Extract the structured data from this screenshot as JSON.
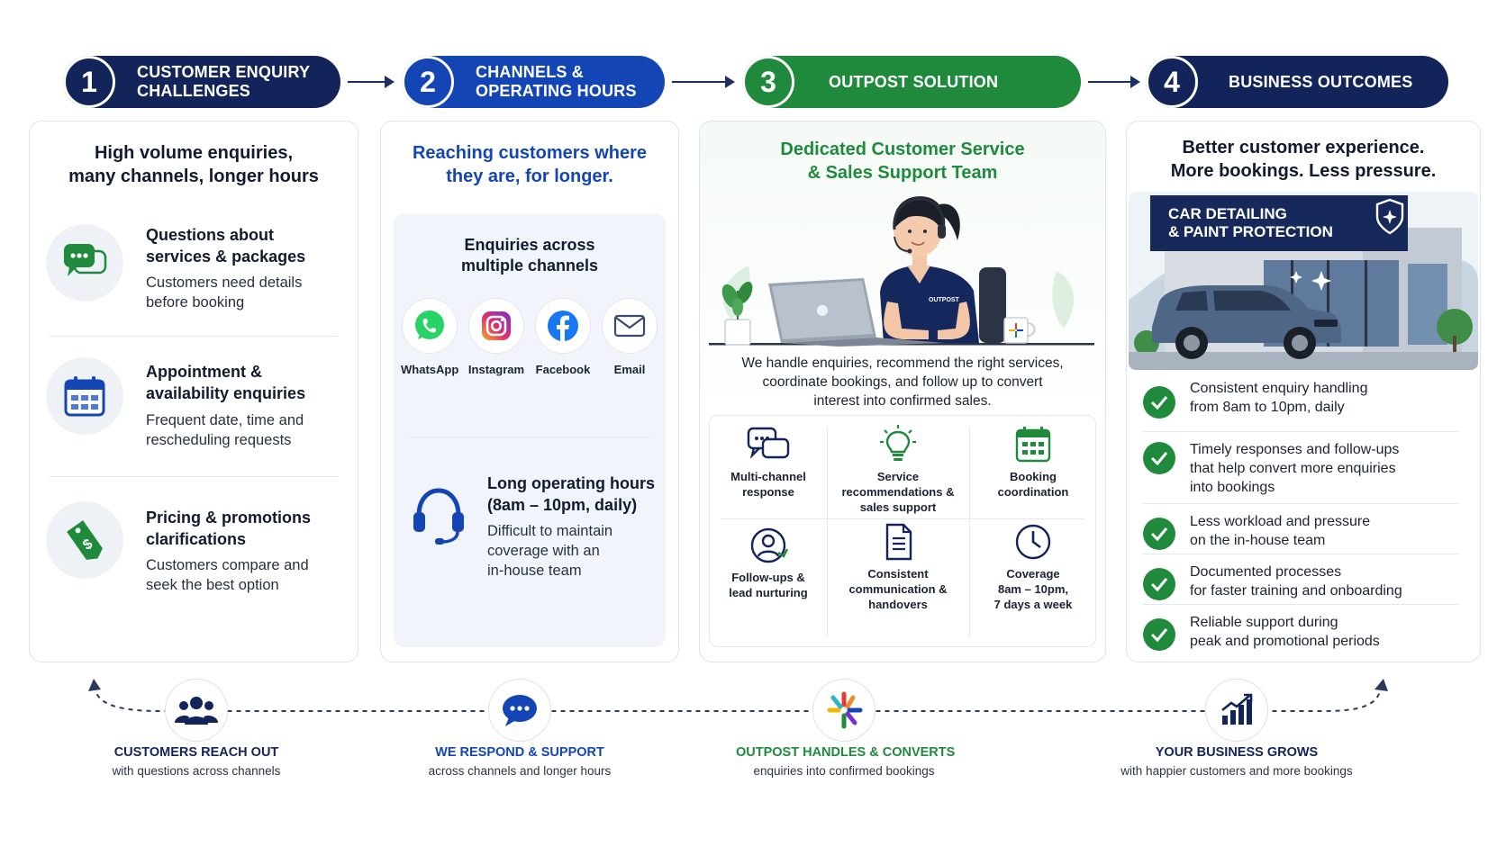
{
  "steps": [
    {
      "num": "1",
      "title_line1": "CUSTOMER ENQUIRY",
      "title_line2": "CHALLENGES"
    },
    {
      "num": "2",
      "title_line1": "CHANNELS &",
      "title_line2": "OPERATING HOURS"
    },
    {
      "num": "3",
      "title_line1": "OUTPOST SOLUTION",
      "title_line2": ""
    },
    {
      "num": "4",
      "title_line1": "BUSINESS OUTCOMES",
      "title_line2": ""
    }
  ],
  "colors": {
    "navy": "#12245a",
    "blue": "#1346b4",
    "green": "#1f8a3c"
  },
  "challenges": {
    "title_line1": "High volume enquiries,",
    "title_line2": "many channels, longer hours",
    "items": [
      {
        "icon": "chat-bubbles-icon",
        "heading_line1": "Questions about",
        "heading_line2": "services & packages",
        "desc_line1": "Customers need details",
        "desc_line2": "before booking"
      },
      {
        "icon": "calendar-icon",
        "heading_line1": "Appointment &",
        "heading_line2": "availability enquiries",
        "desc_line1": "Frequent date, time and",
        "desc_line2": "rescheduling requests"
      },
      {
        "icon": "price-tag-icon",
        "heading_line1": "Pricing & promotions",
        "heading_line2": "clarifications",
        "desc_line1": "Customers compare and",
        "desc_line2": "seek the best option"
      }
    ]
  },
  "channels": {
    "title_line1": "Reaching customers where",
    "title_line2": "they are, for longer.",
    "box_title_line1": "Enquiries across",
    "box_title_line2": "multiple channels",
    "list": [
      {
        "label": "WhatsApp",
        "icon": "whatsapp-icon"
      },
      {
        "label": "Instagram",
        "icon": "instagram-icon"
      },
      {
        "label": "Facebook",
        "icon": "facebook-icon"
      },
      {
        "label": "Email",
        "icon": "email-icon"
      }
    ],
    "hours_heading_line1": "Long operating hours",
    "hours_heading_line2": "(8am – 10pm, daily)",
    "hours_desc_line1": "Difficult to maintain",
    "hours_desc_line2": "coverage with an",
    "hours_desc_line3": "in-house team"
  },
  "solution": {
    "title_line1": "Dedicated Customer Service",
    "title_line2": "& Sales Support Team",
    "shirt_text": "OUTPOST",
    "desc_line1": "We handle enquiries, recommend the right services,",
    "desc_line2": "coordinate bookings, and follow up to convert",
    "desc_line3": "interest into confirmed sales.",
    "services": [
      {
        "icon": "multi-channel-chat-icon",
        "line1": "Multi-channel",
        "line2": "response",
        "line3": ""
      },
      {
        "icon": "lightbulb-icon",
        "line1": "Service",
        "line2": "recommendations &",
        "line3": "sales support"
      },
      {
        "icon": "booking-calendar-icon",
        "line1": "Booking",
        "line2": "coordination",
        "line3": ""
      },
      {
        "icon": "user-followup-icon",
        "line1": "Follow-ups &",
        "line2": "lead nurturing",
        "line3": ""
      },
      {
        "icon": "document-icon",
        "line1": "Consistent",
        "line2": "communication &",
        "line3": "handovers"
      },
      {
        "icon": "clock-icon",
        "line1": "Coverage",
        "line2": "8am – 10pm,",
        "line3": "7 days a week"
      }
    ]
  },
  "outcomes": {
    "title_line1": "Better customer experience.",
    "title_line2": "More bookings. Less pressure.",
    "sign_line1": "CAR DETAILING",
    "sign_line2": "& PAINT PROTECTION",
    "items": [
      {
        "line1": "Consistent enquiry handling",
        "line2": "from 8am to 10pm, daily",
        "line3": ""
      },
      {
        "line1": "Timely responses and follow-ups",
        "line2": "that help convert more enquiries",
        "line3": "into bookings"
      },
      {
        "line1": "Less workload and pressure",
        "line2": "on the in-house team",
        "line3": ""
      },
      {
        "line1": "Documented processes",
        "line2": "for faster training and onboarding",
        "line3": ""
      },
      {
        "line1": "Reliable support during",
        "line2": "peak and promotional periods",
        "line3": ""
      }
    ]
  },
  "flow": [
    {
      "icon": "people-icon",
      "title": "CUSTOMERS REACH OUT",
      "sub": "with questions across channels",
      "color": "#12245a"
    },
    {
      "icon": "chat-icon",
      "title": "WE RESPOND & SUPPORT",
      "sub": "across channels and longer hours",
      "color": "#1346b4"
    },
    {
      "icon": "outpost-logo-icon",
      "title": "OUTPOST HANDLES & CONVERTS",
      "sub": "enquiries into confirmed bookings",
      "color": "#1f8a3c"
    },
    {
      "icon": "growth-chart-icon",
      "title": "YOUR BUSINESS GROWS",
      "sub": "with happier customers and more bookings",
      "color": "#12245a"
    }
  ]
}
